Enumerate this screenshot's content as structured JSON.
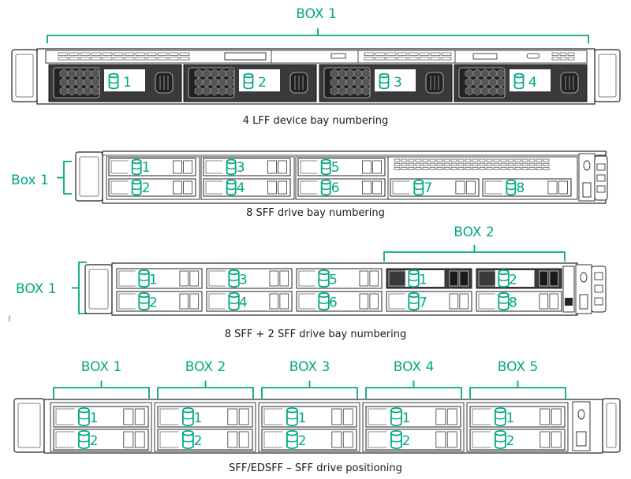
{
  "accent_color": "#01a982",
  "section_lff": {
    "box_label": "BOX 1",
    "bays": [
      "1",
      "2",
      "3",
      "4"
    ],
    "caption": "4 LFF device bay numbering"
  },
  "section_sff8": {
    "box_label": "Box 1",
    "bays": [
      "1",
      "2",
      "3",
      "4",
      "5",
      "6",
      "7",
      "8"
    ],
    "caption": "8 SFF drive bay numbering"
  },
  "section_sff8p2": {
    "box1_label": "BOX 1",
    "box2_label": "BOX 2",
    "box1_bays": [
      "1",
      "2",
      "3",
      "4",
      "5",
      "6"
    ],
    "box2_bays": [
      "1",
      "2",
      "7",
      "8"
    ],
    "stray_mark": "f",
    "caption": "8 SFF + 2 SFF drive bay numbering"
  },
  "section_edsff": {
    "box_labels": [
      "BOX 1",
      "BOX 2",
      "BOX 3",
      "BOX 4",
      "BOX 5"
    ],
    "bays": [
      "1",
      "2"
    ],
    "caption": "SFF/EDSFF – SFF drive positioning"
  }
}
